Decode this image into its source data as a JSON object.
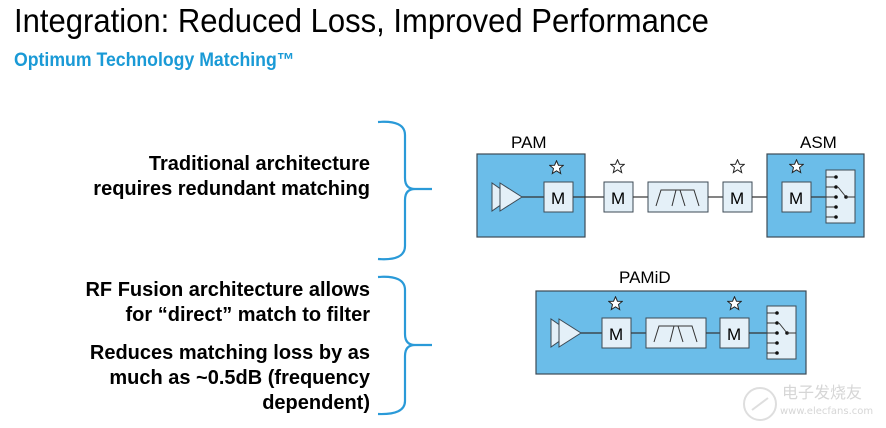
{
  "slide": {
    "title": "Integration: Reduced Loss, Improved Performance",
    "subtitle": "Optimum Technology Matching™"
  },
  "text_blocks": {
    "traditional": [
      "Traditional architecture",
      "requires redundant matching"
    ],
    "fusion": [
      "RF Fusion architecture allows",
      "for “direct” match to filter"
    ],
    "reduces": [
      "Reduces matching loss by as",
      "much as ~0.5dB (frequency",
      "dependent)"
    ]
  },
  "diagram_top": {
    "pam_label": "PAM",
    "asm_label": "ASM",
    "matching_label": "M"
  },
  "diagram_bottom": {
    "pamid_label": "PAMiD",
    "matching_label": "M"
  },
  "colors": {
    "module_fill": "#6bbde9",
    "block_fill": "#e4f0f8",
    "accent": "#1a9ad6",
    "brace": "#2a9ad8"
  },
  "watermark": {
    "cn_text": "电子发烧友",
    "url": "www.elecfans.com"
  }
}
